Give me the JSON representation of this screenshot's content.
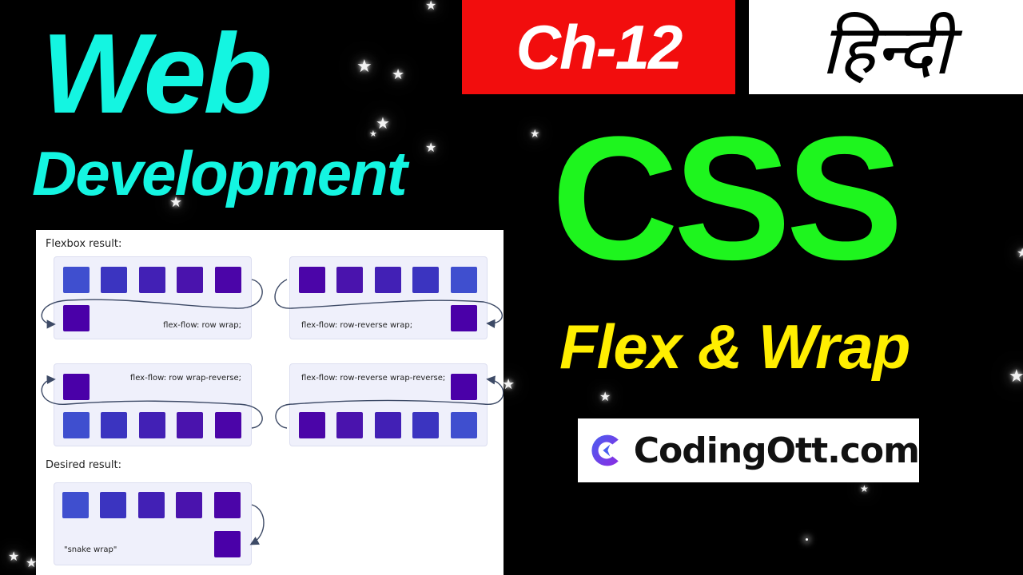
{
  "header": {
    "title_line1": "Web",
    "title_line2": "Development",
    "chapter": "Ch-12",
    "language": "हिन्दी"
  },
  "main": {
    "topic": "CSS",
    "subtopic": "Flex & Wrap"
  },
  "brand": {
    "name": "CodingOtt.com",
    "logo_icon": "c-arrow-logo-icon"
  },
  "diagram": {
    "flexbox_heading": "Flexbox result:",
    "desired_heading": "Desired result:",
    "examples": [
      {
        "label": "flex-flow: row wrap;"
      },
      {
        "label": "flex-flow: row-reverse wrap;"
      },
      {
        "label": "flex-flow: row wrap-reverse;"
      },
      {
        "label": "flex-flow: row-reverse wrap-reverse;"
      },
      {
        "label": "\"snake wrap\""
      }
    ],
    "box_colors": [
      "#3f4fcf",
      "#3b34c0",
      "#4220b5",
      "#4a13ad",
      "#4b05a8",
      "#4a00a8"
    ]
  },
  "colors": {
    "background": "#000000",
    "web_title": "#14f5e1",
    "chapter_bg": "#f20d0d",
    "css_title": "#1ef51e",
    "subtitle": "#ffee00"
  }
}
